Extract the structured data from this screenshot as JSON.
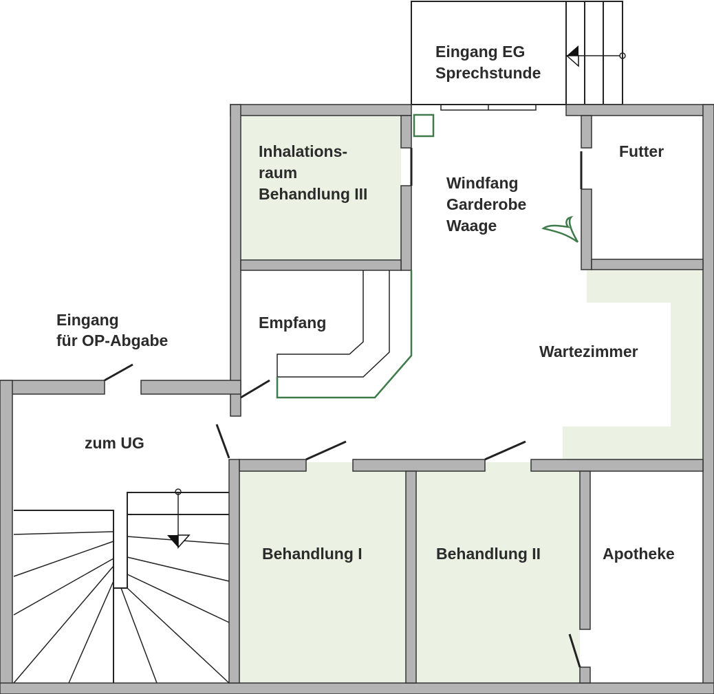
{
  "rooms": {
    "entrance": [
      "Eingang EG",
      "Sprechstunde"
    ],
    "inhalation": [
      "Inhalations-",
      "raum",
      "Behandlung III"
    ],
    "windfang": [
      "Windfang",
      "Garderobe",
      "Waage"
    ],
    "futter": "Futter",
    "empfang": "Empfang",
    "op_entrance": [
      "Eingang",
      "für OP-Abgabe"
    ],
    "wartezimmer": "Wartezimmer",
    "ug": "zum UG",
    "behandlung1": "Behandlung I",
    "behandlung2": "Behandlung II",
    "apotheke": "Apotheke"
  },
  "colors": {
    "room_fill": "#ebf2e3",
    "wall": "#b4b4b4",
    "accent": "#3f7a4a"
  }
}
